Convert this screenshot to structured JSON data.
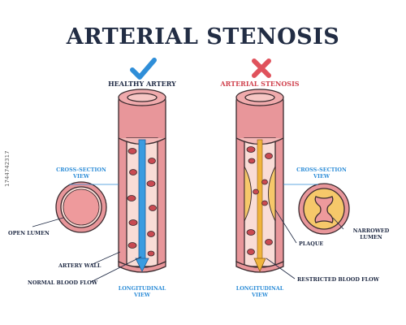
{
  "title": "ARTERIAL STENOSIS",
  "healthy": {
    "heading": "HEALTHY ARTERY",
    "cross_section": "CROSS-SECTION VIEW",
    "open_lumen": "OPEN LUMEN",
    "artery_wall": "ARTERY WALL",
    "normal_flow": "NORMAL BLOOD FLOW",
    "longitudinal": "LONGITUDINAL VIEW"
  },
  "stenosis": {
    "heading": "ARTERIAL STENOSIS",
    "cross_section": "CROSS-SECTION VIEW",
    "narrowed_lumen": "NARROWED LUMEN",
    "plaque": "PLAQUE",
    "restricted_flow": "RESTRICTED BLOOD FLOW",
    "longitudinal": "LONGITUDINAL VIEW"
  },
  "watermark": "1744742317",
  "colors": {
    "title": "#222d44",
    "check": "#2f8ed8",
    "cross": "#e0525c",
    "wall": "#e8969a",
    "lumen": "#f9dcd6",
    "blood_cell": "#c94a52",
    "plaque": "#f6c86a",
    "flow_normal": "#3a9be0",
    "flow_restricted": "#f0b43c"
  }
}
